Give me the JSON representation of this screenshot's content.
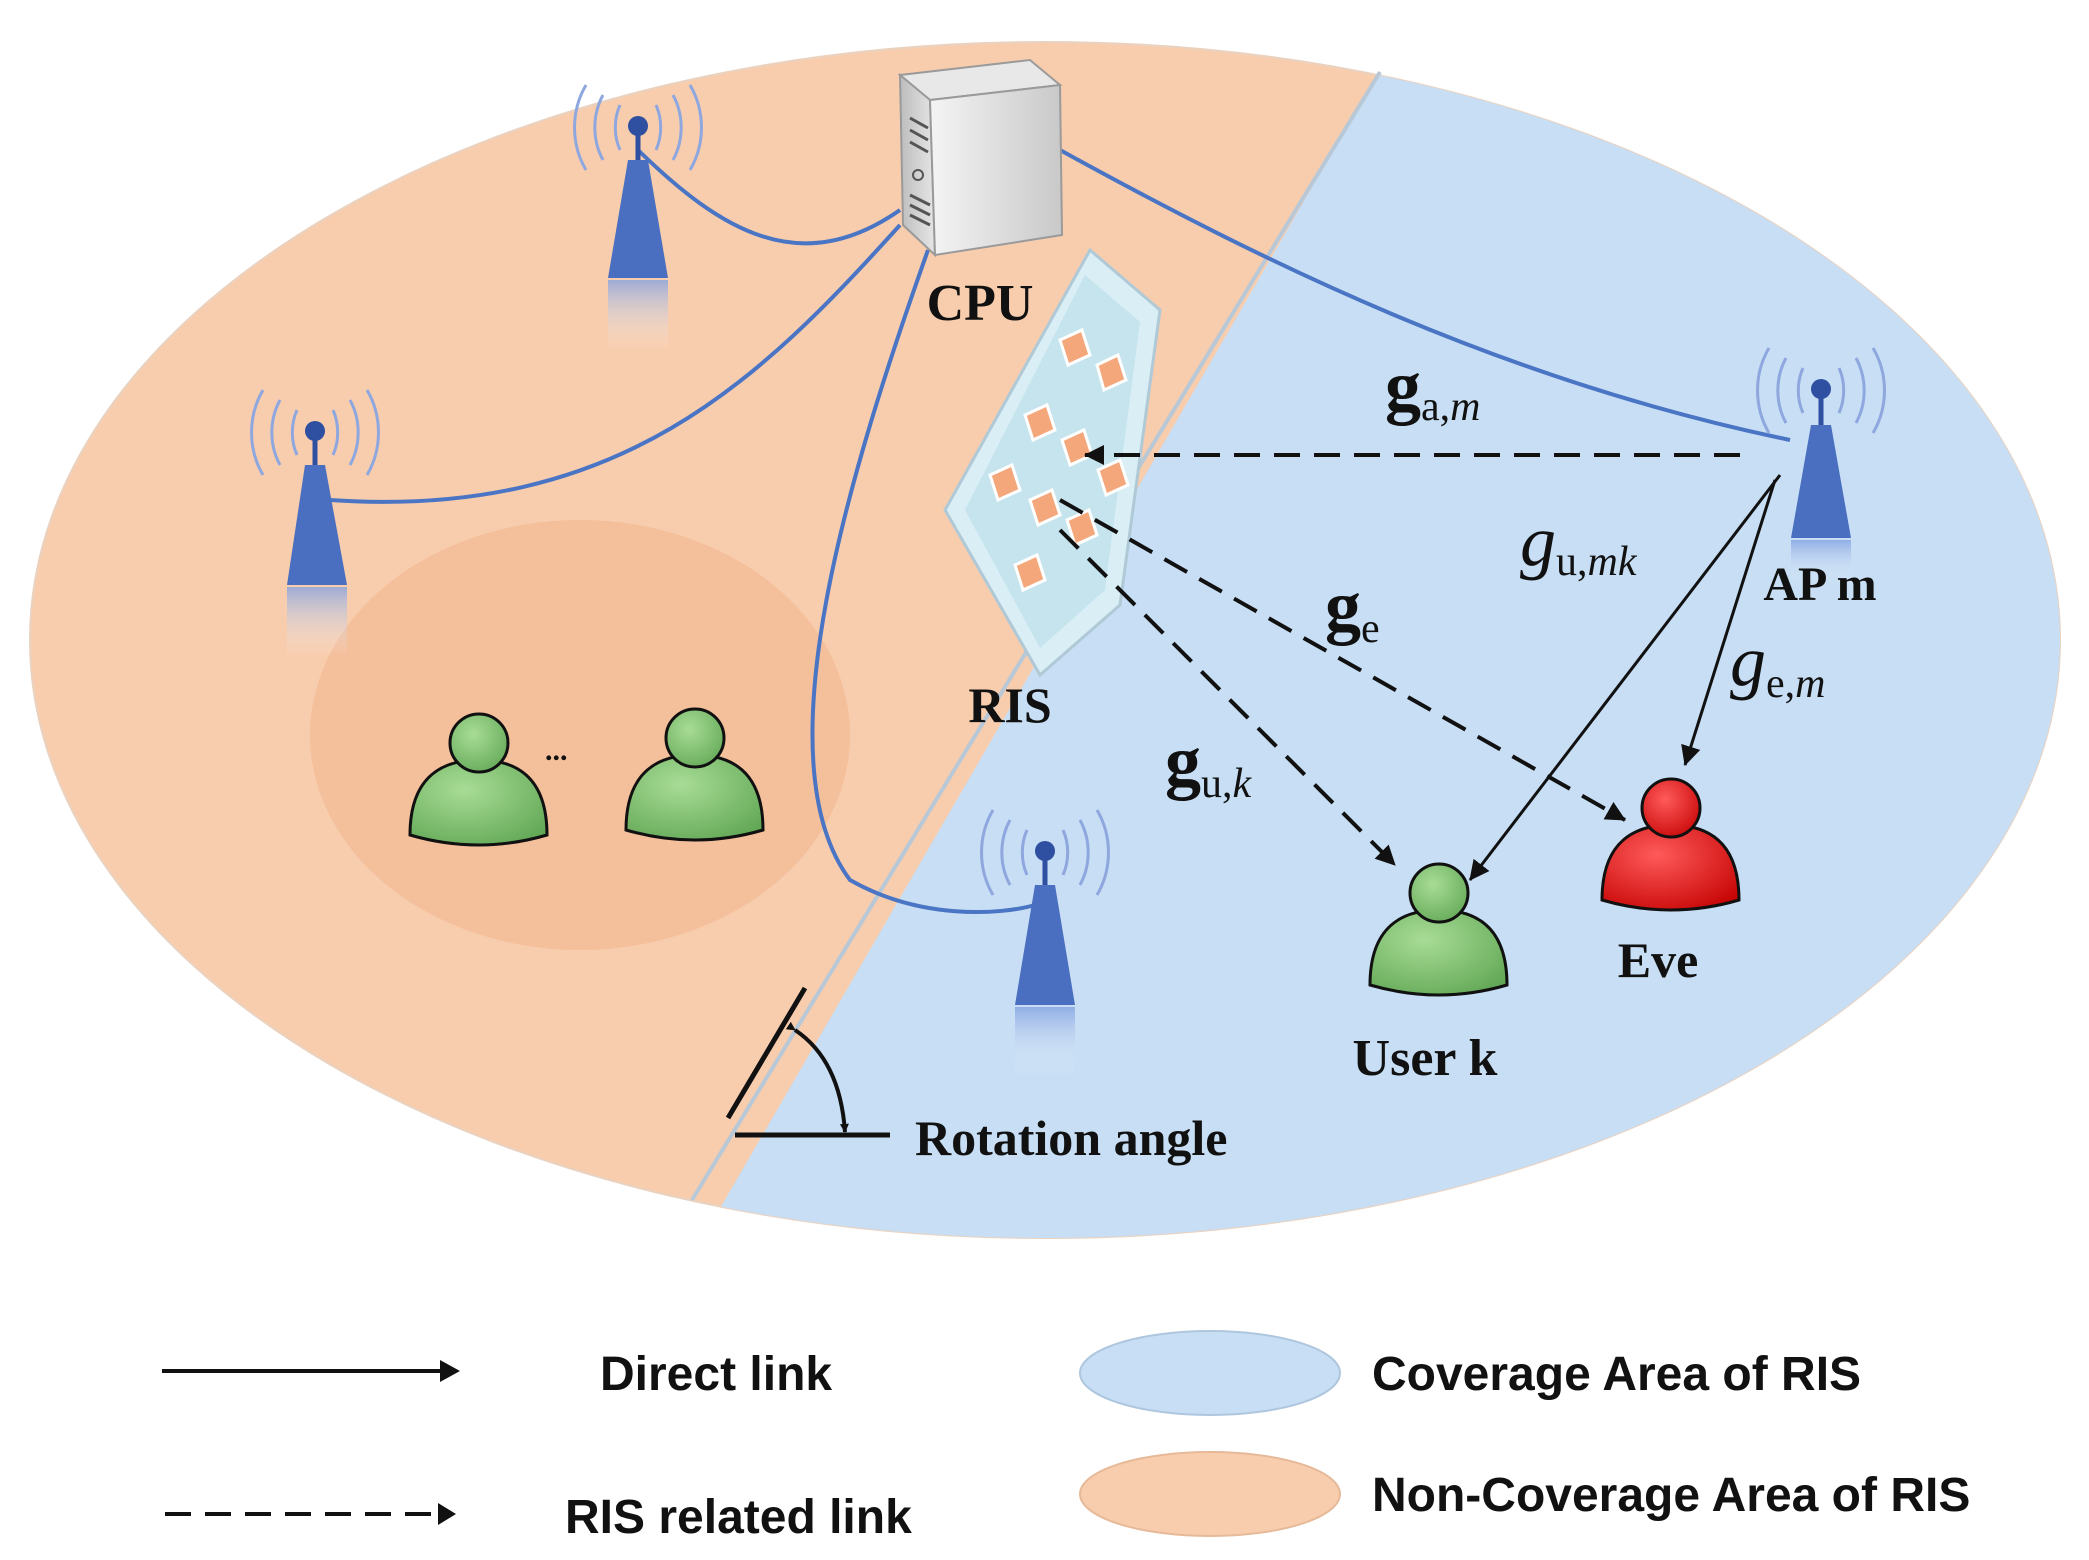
{
  "labels": {
    "cpu": "CPU",
    "ris": "RIS",
    "ap_m": "AP m",
    "eve": "Eve",
    "user_k": "User k",
    "rotation_angle": "Rotation angle",
    "ellipsis": "..."
  },
  "channels": {
    "g_am": {
      "base": "g",
      "sub": "a,",
      "sub_italic": "m"
    },
    "g_umk": {
      "base": "g",
      "sub": "u,",
      "sub_italic": "mk"
    },
    "g_e": {
      "base": "g",
      "sub": "e",
      "sub_italic": ""
    },
    "g_em": {
      "base": "g",
      "sub": "e,",
      "sub_italic": "m"
    },
    "g_uk": {
      "base": "g",
      "sub": "u,",
      "sub_italic": "k"
    }
  },
  "legend": {
    "direct_link": "Direct link",
    "ris_related_link": "RIS related link",
    "coverage_area": "Coverage Area of RIS",
    "non_coverage_area": "Non-Coverage Area of RIS"
  },
  "colors": {
    "coverage": "#c7def4",
    "non_coverage": "#f8cdae",
    "user_cluster": "#f3bc98",
    "backhaul": "#4a74c4",
    "antenna": "#4a6fc0",
    "user": "#7cc36c",
    "eve": "#e21b1b",
    "ris_tile": "#f4a77a"
  }
}
